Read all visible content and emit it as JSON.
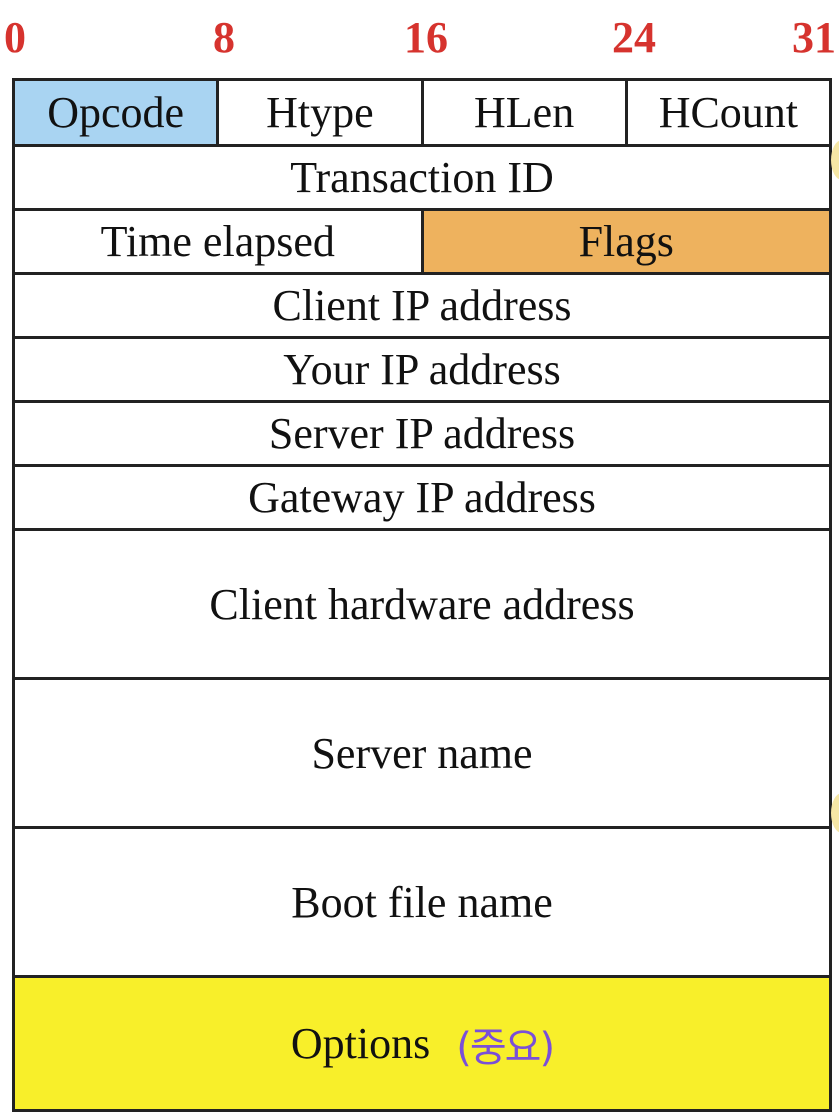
{
  "bit_ruler": [
    "0",
    "8",
    "16",
    "24",
    "31"
  ],
  "fields": {
    "opcode": "Opcode",
    "htype": "Htype",
    "hlen": "HLen",
    "hcount": "HCount",
    "transaction_id": "Transaction ID",
    "time_elapsed": "Time elapsed",
    "flags": "Flags",
    "client_ip": "Client IP address",
    "your_ip": "Your IP address",
    "server_ip": "Server IP address",
    "gateway_ip": "Gateway IP address",
    "client_hw": "Client hardware address",
    "server_name": "Server name",
    "boot_file": "Boot file name",
    "options": "Options",
    "options_note": "(중요)"
  },
  "colors": {
    "opcode": "#a9d4f2",
    "flags": "#eeb25e",
    "options": "#f8ef2a",
    "bit_labels": "#d6332e",
    "handwriting": "#7a4fd8"
  }
}
